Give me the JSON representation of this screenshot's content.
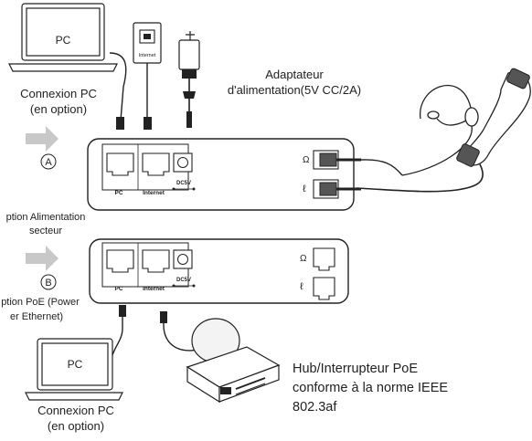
{
  "labels": {
    "pc_top": "PC",
    "pc_bottom": "PC",
    "internet_small": "Internet",
    "connexion_pc_top": [
      "Connexion PC",
      "(en option)"
    ],
    "connexion_pc_bottom": [
      "Connexion PC",
      "(en option)"
    ],
    "adaptateur": [
      "Adaptateur",
      "d'alimentation(5V CC/2A)"
    ],
    "option_a_letter": "A",
    "option_b_letter": "B",
    "option_a_text": [
      "ption Alimentation",
      "secteur"
    ],
    "option_b_text": [
      "ption PoE (Power",
      "er Ethernet)"
    ],
    "hub": [
      "Hub/Interrupteur PoE",
      "conforme à la norme IEEE",
      "802.3af"
    ],
    "phone_a": {
      "port_pc": "PC",
      "port_internet": "Internet",
      "port_dc": "DC5V"
    },
    "phone_b": {
      "port_pc": "PC",
      "port_internet": "Internet",
      "port_dc": "DC5V"
    }
  },
  "icons": [
    "laptop-icon",
    "wall-jack-icon",
    "power-adapter-icon",
    "headset-icon",
    "handset-icon",
    "arrow-right-icon",
    "poe-switch-icon",
    "headset-port-icon",
    "handset-port-icon"
  ],
  "colors": {
    "line": "#222222",
    "arrow": "#c8c8c8",
    "panel_fill": "#ffffff",
    "hub_fill": "#f3f3f3"
  }
}
